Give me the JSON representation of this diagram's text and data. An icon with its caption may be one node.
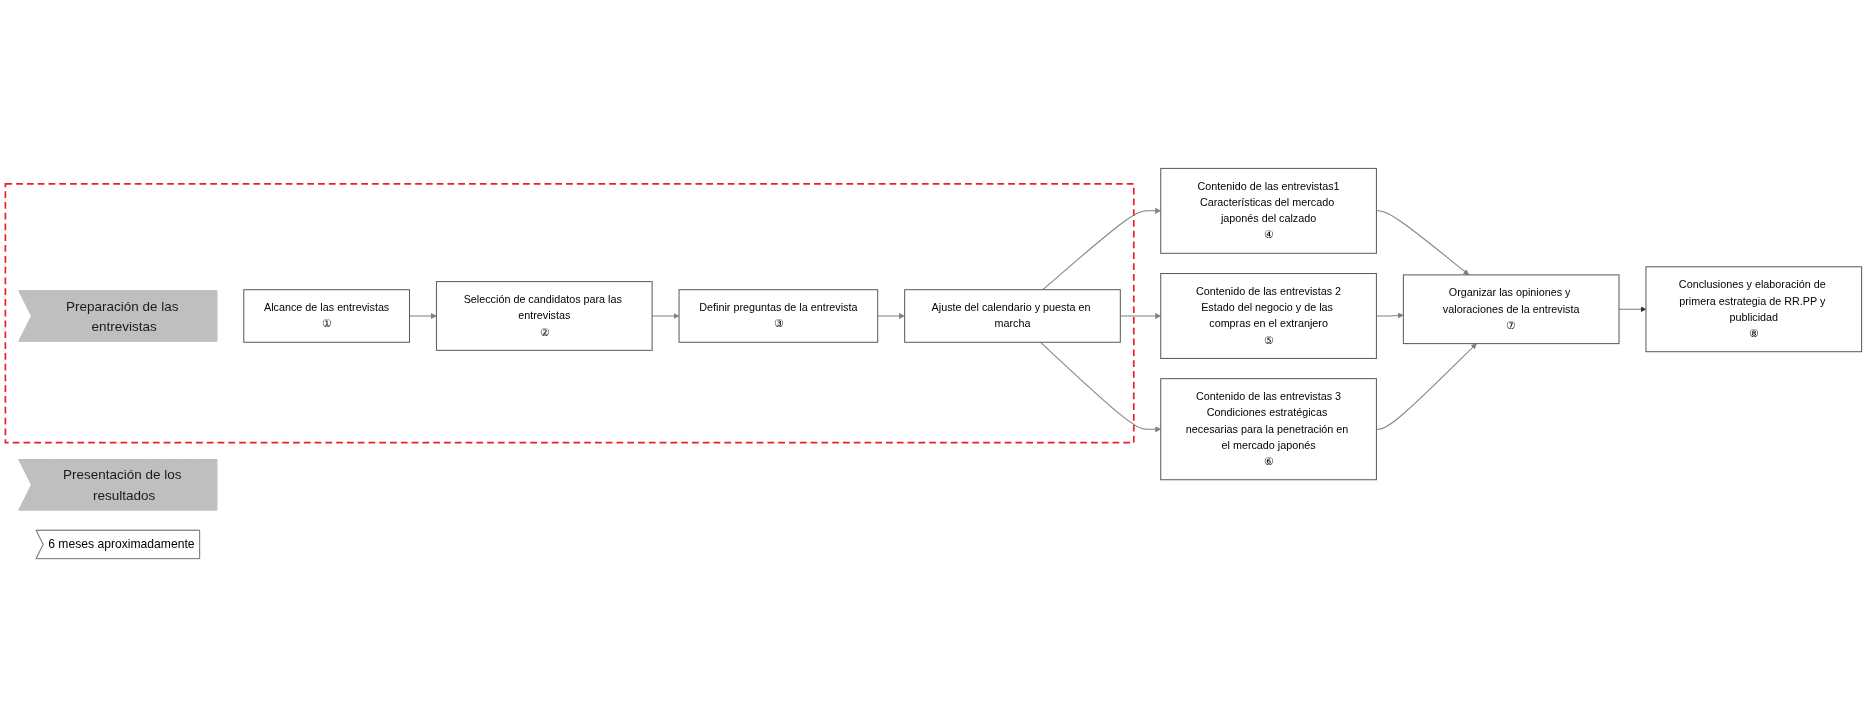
{
  "diagram": {
    "nodes": [
      {
        "text": [],
        "shape": "box"
      },
      {
        "text": [
          "Preparación de las entrevistas"
        ],
        "in": 0
      },
      {
        "text": [
          "Presentación de los resultados"
        ]
      },
      {
        "text": [
          "6 meses aproximadamente"
        ]
      },
      {
        "text": [
          "Alcance de las entrevistas",
          "①"
        ],
        "in": 0
      },
      {
        "text": [
          "Selección de candidatos para las entrevistas",
          "②"
        ],
        "in": 0
      },
      {
        "text": [
          "Definir preguntas de la entrevista",
          "③"
        ],
        "in": 0
      },
      {
        "text": [
          "Ajuste del calendario y puesta en marcha"
        ],
        "in": 0
      },
      {
        "text": [
          "Contenido de las entrevistas1",
          "Características del mercado japonés del calzado",
          "④"
        ]
      },
      {
        "text": [
          "Contenido de las entrevistas 2",
          "Estado del negocio y de las compras en el extranjero",
          "⑤"
        ]
      },
      {
        "text": [
          "Contenido de las entrevistas 3",
          "Condiciones estratégicas necesarias para la penetración en el mercado japonés",
          "⑥"
        ]
      },
      {
        "text": [
          "Organizar las opiniones y valoraciones de la entrevista",
          "⑦"
        ]
      },
      {
        "text": [
          "Conclusiones y elaboración de primera estrategia de RR.PP y publicidad",
          "⑧"
        ]
      }
    ],
    "edges": [
      {
        "from": 4,
        "to": 5,
        "arrow": "to"
      },
      {
        "from": 5,
        "to": 6,
        "arrow": "to"
      },
      {
        "from": 6,
        "to": 7,
        "arrow": "to"
      },
      {
        "from": 7,
        "to": 8,
        "arrow": "to"
      },
      {
        "from": 7,
        "to": 9,
        "arrow": "to"
      },
      {
        "from": 7,
        "to": 10,
        "arrow": "to"
      },
      {
        "from": 8,
        "to": 11,
        "arrow": "to"
      },
      {
        "from": 9,
        "to": 11,
        "arrow": "to"
      },
      {
        "from": 10,
        "to": 11,
        "arrow": "to"
      },
      {
        "from": 11,
        "to": 12,
        "arrow": "to"
      }
    ]
  }
}
